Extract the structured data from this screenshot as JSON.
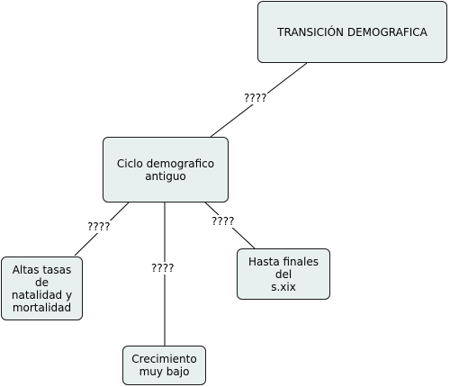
{
  "concept_map": {
    "nodes": [
      {
        "id": "transicion",
        "label": "TRANSICIÓN DEMOGRAFICA"
      },
      {
        "id": "ciclo",
        "label": "Ciclo demografico\nantiguo"
      },
      {
        "id": "altas",
        "label": "Altas tasas\nde\nnatalidad y\nmortalidad"
      },
      {
        "id": "crecimiento",
        "label": "Crecimiento\nmuy bajo"
      },
      {
        "id": "hasta",
        "label": "Hasta finales\ndel\ns.xix"
      }
    ],
    "links": [
      {
        "from": "transicion",
        "to": "ciclo",
        "label": "????"
      },
      {
        "from": "ciclo",
        "to": "altas",
        "label": "????"
      },
      {
        "from": "ciclo",
        "to": "crecimiento",
        "label": "????"
      },
      {
        "from": "ciclo",
        "to": "hasta",
        "label": "????"
      }
    ],
    "colors": {
      "node_fill": "#e8f0ef",
      "node_border": "#1a1a1a",
      "line": "#000000"
    }
  }
}
